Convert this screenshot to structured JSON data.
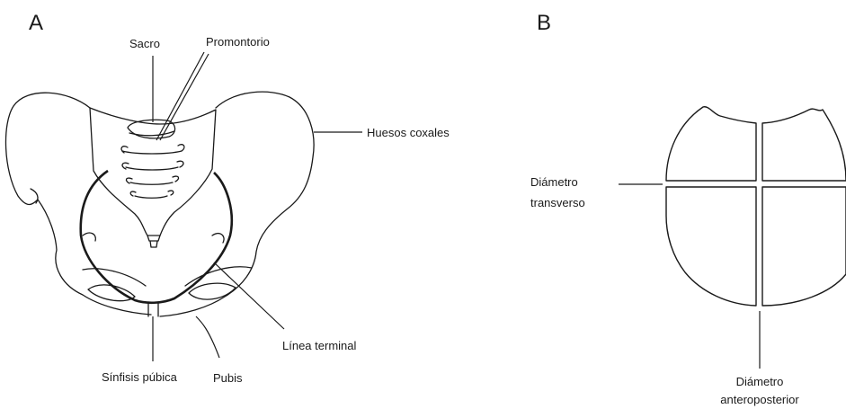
{
  "panels": {
    "a": "A",
    "b": "B"
  },
  "panel_a_labels": {
    "sacro": "Sacro",
    "promontorio": "Promontorio",
    "huesos_coxales": "Huesos coxales",
    "linea_terminal": "Línea terminal",
    "sinfisis_pubica": "Sínfisis púbica",
    "pubis": "Pubis"
  },
  "panel_b_labels": {
    "diametro_transverso_1": "Diámetro",
    "diametro_transverso_2": "transverso",
    "diametro_ap_1": "Diámetro",
    "diametro_ap_2": "anteroposterior"
  }
}
